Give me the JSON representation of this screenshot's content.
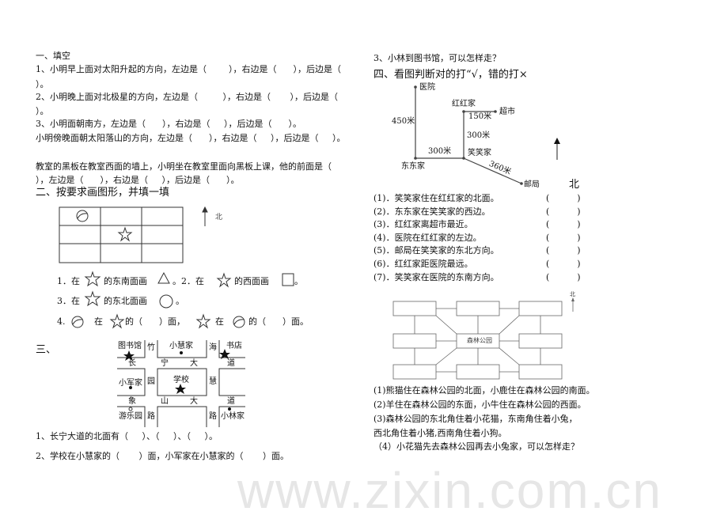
{
  "watermark": "www.zixin.com.cn",
  "part1": {
    "title": "一、填空",
    "q1": "1、小明早上面对太阳升起的方向，左边是（        ），右边是（      ），后边是（",
    "q1_end": "）。",
    "q2": "2、小明晚上面对北极星的方向，左边是（         ），右边是（       ），后边是（",
    "q2_end": "）。",
    "q3": "3、小明面朝南方，左边是（      ），右边是（     ），后边是（      ）。",
    "q4": "小明傍晚面朝太阳落山的方向，左边是（      ），右边是（     ），后边是（     ）。",
    "q5": "教室的黑板在教室西面的墙上，小明坐在教室里面向黑板上课，他的前面是（",
    "q5_end": "），左边是（      ），右边是（     ），后边是（      ）。"
  },
  "part2": {
    "title": "二、按要求画图形，并填一填",
    "north": "北",
    "i1a": "1．在",
    "i1b": "的东南面画",
    "i1c": "。2．在",
    "i1d": "的西面画",
    "i1e": "。",
    "i3a": "3．在",
    "i3b": "的东北面画",
    "i3c": "。",
    "i4a": "4.",
    "i4b": "在",
    "i4c": "的（      ）面，",
    "i4d": "在",
    "i4e": "的（      ）面。"
  },
  "part3": {
    "title": "三、",
    "map": {
      "library": "图书馆",
      "xiaohui": "小慧家",
      "bookstore": "书店",
      "school": "学校",
      "xiaojun": "小军家",
      "park": "游乐园",
      "xiaolin": "小林家",
      "road_h1": [
        "长",
        "宁",
        "大",
        "道"
      ],
      "road_h2": [
        "象",
        "山",
        "大",
        "道"
      ],
      "road_v1": [
        "竹",
        "园",
        "路"
      ],
      "road_v2": [
        "海",
        "慧",
        "路"
      ]
    },
    "q1": "1、长宁大道的北面有（     ）、（     ）、（     ）。",
    "q2": "2、学校在小慧家的（       ）面，小军家在小慧家的（       ）面。",
    "q3": "3、小林到图书馆，可以怎样走？"
  },
  "part4": {
    "title": "四、看图判断对的打“√，错的打×",
    "places": {
      "hospital": "医院",
      "honghong": "红红家",
      "supermarket": "超市",
      "xiaoxiao": "笑笑家",
      "dongdong": "东东家",
      "post": "邮局"
    },
    "distances": {
      "d450": "450米",
      "d150": "150米",
      "d300v": "300米",
      "d300h": "300米",
      "d360": "360米"
    },
    "north": "北",
    "statements": [
      "(1)．笑笑家住在红红家的北面。",
      "(2)．东东家在笑笑家的西边。",
      "(3)．红红家离超市最近。",
      "(4)．医院在红红家的左边。",
      "(5)．邮局在笑笑家的东北方向。",
      "(6)．红红家距医院最远。",
      "(7)．笑笑家在医院的东南方向。"
    ],
    "answer_blank": "(          )"
  },
  "part5": {
    "center": "森林公园",
    "north": "北",
    "lines": [
      "(1)熊猫住在森林公园的北面，小鹿住在森林公园的南面。",
      "(2)羊住在森林公园的东面，小牛住在森林公园的西面。",
      "(3)森林公园的东北角住着小花猫，东南角住着小兔，",
      "西北角住着小猪,西南角住着小狗。",
      "（4）小花猫先去森林公园再去小兔家，可以怎样走？"
    ]
  }
}
